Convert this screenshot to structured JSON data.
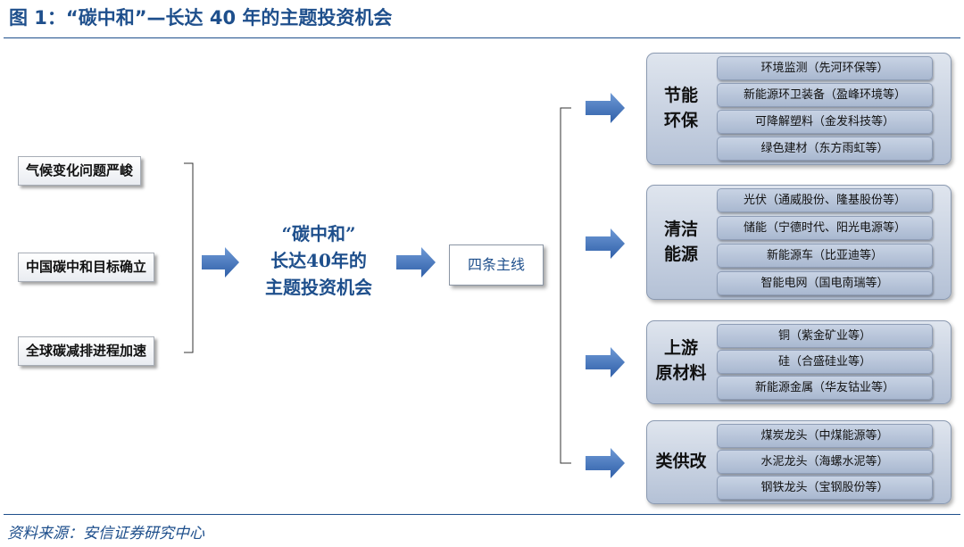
{
  "title": "图 1：“碳中和”—长达 40 年的主题投资机会",
  "causes": [
    "气候变化问题严峻",
    "中国碳中和目标确立",
    "全球碳减排进程加速"
  ],
  "center": {
    "line1": "“碳中和”",
    "line2": "长达40年的",
    "line3": "主题投资机会"
  },
  "main_line": "四条主线",
  "groups": [
    {
      "theme_line1": "节能",
      "theme_line2": "环保",
      "items": [
        "环境监测（先河环保等）",
        "新能源环卫装备（盈峰环境等）",
        "可降解塑料（金发科技等）",
        "绿色建材（东方雨虹等）"
      ]
    },
    {
      "theme_line1": "清洁",
      "theme_line2": "能源",
      "items": [
        "光伏（通威股份、隆基股份等）",
        "储能（宁德时代、阳光电源等）",
        "新能源车（比亚迪等）",
        "智能电网（国电南瑞等）"
      ]
    },
    {
      "theme_line1": "上游",
      "theme_line2": "原材料",
      "items": [
        "铜（紫金矿业等）",
        "硅（合盛硅业等）",
        "新能源金属（华友钴业等）"
      ]
    },
    {
      "theme_line1": "类供改",
      "theme_line2": "",
      "items": [
        "煤炭龙头（中煤能源等）",
        "水泥龙头（海螺水泥等）",
        "钢铁龙头（宝钢股份等）"
      ]
    }
  ],
  "source": "资料来源：安信证券研究中心",
  "colors": {
    "accent": "#1e4f8c",
    "arrow": "#3a6cb8",
    "group_fill": "#c6d1e2"
  }
}
